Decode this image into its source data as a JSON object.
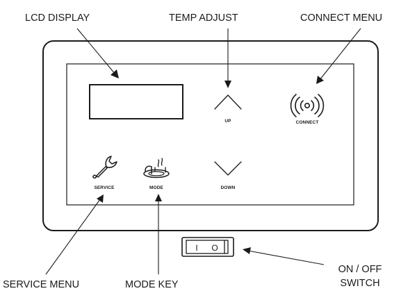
{
  "callouts": {
    "lcd_display": "LCD DISPLAY",
    "temp_adjust": "TEMP ADJUST",
    "connect_menu": "CONNECT MENU",
    "service_menu": "SERVICE MENU",
    "mode_key": "MODE KEY",
    "on_off_line1": "ON / OFF",
    "on_off_line2": "SWITCH"
  },
  "buttons": {
    "up": "UP",
    "down": "DOWN",
    "connect": "CONNECT",
    "service": "SERVICE",
    "mode": "MODE"
  },
  "switch_positions": {
    "on": "I",
    "off": "O"
  },
  "icons": {
    "up": "chevron-up-icon",
    "down": "chevron-down-icon",
    "connect": "wireless-signal-icon",
    "service": "wrench-icon",
    "mode": "hot-tub-icon"
  },
  "colors": {
    "ink": "#1a1a1a",
    "background": "#ffffff"
  }
}
